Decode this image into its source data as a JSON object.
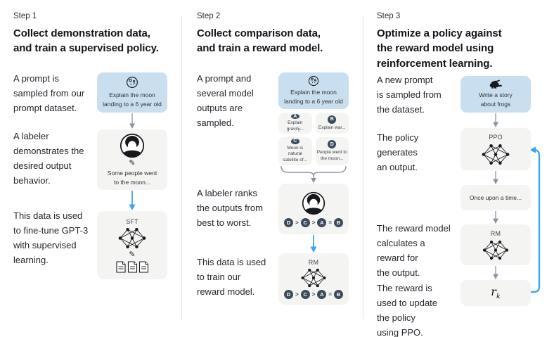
{
  "colors": {
    "prompt_box_blue": "#c9deee",
    "panel_gray": "#f4f4f2",
    "chip_navy": "#3c4a5a",
    "accent_arrow_blue": "#3ca5f0",
    "arrow_gray": "#8f93a0"
  },
  "steps": [
    {
      "label": "Step 1",
      "title": "Collect demonstration data,\nand train a supervised policy.",
      "captions": [
        "A prompt is\nsampled from our\nprompt dataset.",
        "A labeler\ndemonstrates the\ndesired output\nbehavior.",
        "This data is used\nto fine-tune GPT-3\nwith supervised\nlearning."
      ],
      "prompt_box": {
        "icon": "moon-icon",
        "text": "Explain the moon\nlanding to a 6 year old"
      },
      "labeler_box": {
        "icon": "labeler-icon",
        "pencil_glyph": "✎",
        "text": "Some people went\nto the moon..."
      },
      "model_box": {
        "name": "SFT",
        "icons": [
          "network-icon",
          "pencil-icon",
          "documents-icon"
        ],
        "pencil_glyph": "✎"
      }
    },
    {
      "label": "Step 2",
      "title": "Collect comparison data,\nand train a reward model.",
      "captions": [
        "A prompt and\nseveral model\noutputs are\nsampled.",
        "A labeler ranks\nthe outputs from\nbest to worst.",
        "This data is used\nto train our\nreward model."
      ],
      "prompt_box": {
        "icon": "moon-icon",
        "text": "Explain the moon\nlanding to a 6 year old"
      },
      "outputs": [
        {
          "id": "A",
          "text": "Explain gravity..."
        },
        {
          "id": "B",
          "text": "Explain war..."
        },
        {
          "id": "C",
          "text": "Moon is natural\nsatellite of..."
        },
        {
          "id": "D",
          "text": "People went to\nthe moon..."
        }
      ],
      "ranking": {
        "items": [
          "D",
          "C",
          "A",
          "B"
        ],
        "separators": [
          ">",
          ">",
          "="
        ]
      },
      "model_box": {
        "name": "RM",
        "icons": [
          "network-icon"
        ]
      }
    },
    {
      "label": "Step 3",
      "title": "Optimize a policy against\nthe reward model using\nreinforcement learning.",
      "captions": [
        "A new prompt\nis sampled from\nthe dataset.",
        "The policy\ngenerates\nan output.",
        "The reward model\ncalculates a\nreward for\nthe output.",
        "The reward is\nused to update\nthe policy\nusing PPO."
      ],
      "prompt_box": {
        "icon": "frog-icon",
        "text": "Write a story\nabout frogs"
      },
      "policy_box": {
        "name": "PPO",
        "icons": [
          "network-icon"
        ]
      },
      "output_box": {
        "text": "Once upon a time..."
      },
      "reward_model_box": {
        "name": "RM",
        "icons": [
          "network-icon"
        ]
      },
      "reward_box": {
        "base": "r",
        "subscript": "k"
      }
    }
  ]
}
